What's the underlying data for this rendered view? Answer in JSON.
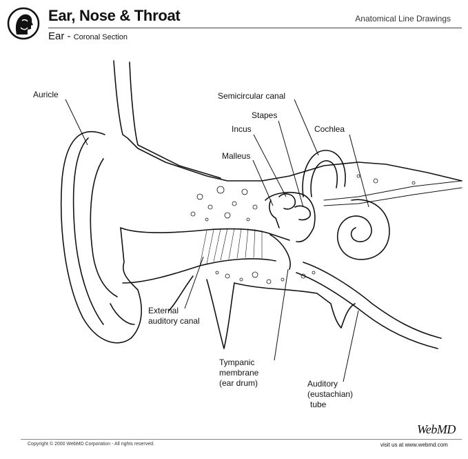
{
  "header": {
    "title": "Ear, Nose & Throat",
    "subtitle": "Ear",
    "subtitle_separator": " - ",
    "subtitle_detail": "Coronal Section",
    "category": "Anatomical Line Drawings"
  },
  "labels": {
    "auricle": "Auricle",
    "semicircular_canal": "Semicircular canal",
    "stapes": "Stapes",
    "incus": "Incus",
    "cochlea": "Cochlea",
    "malleus": "Malleus",
    "external_canal_1": "External",
    "external_canal_2": "auditory canal",
    "tympanic_1": "Tympanic",
    "tympanic_2": "membrane",
    "tympanic_3": "(ear drum)",
    "auditory_1": "Auditory",
    "auditory_2": "(eustachian)",
    "auditory_3": "tube"
  },
  "footer": {
    "copyright": "Copyright © 2000 WebMD Corporation - All rights reserved.",
    "url": "visit us at www.webmd.com",
    "brand": "WebMD"
  },
  "colors": {
    "line": "#111111",
    "background": "#ffffff"
  }
}
